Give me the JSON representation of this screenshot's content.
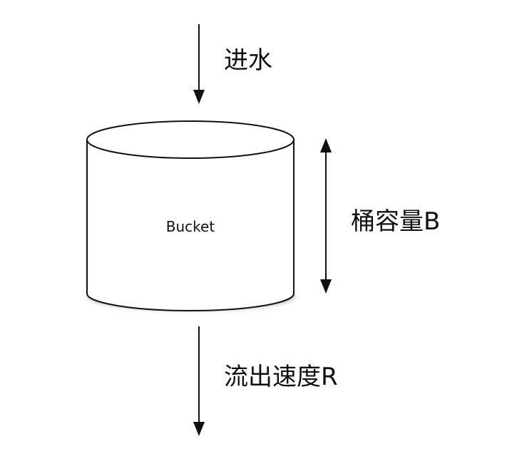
{
  "diagram": {
    "inflow_label": "进水",
    "bucket_label": "Bucket",
    "capacity_label": "桶容量B",
    "outflow_label": "流出速度R",
    "colors": {
      "stroke": "#111111",
      "fill": "#ffffff",
      "text": "#111111",
      "shadow": "#bdbdbd"
    }
  }
}
